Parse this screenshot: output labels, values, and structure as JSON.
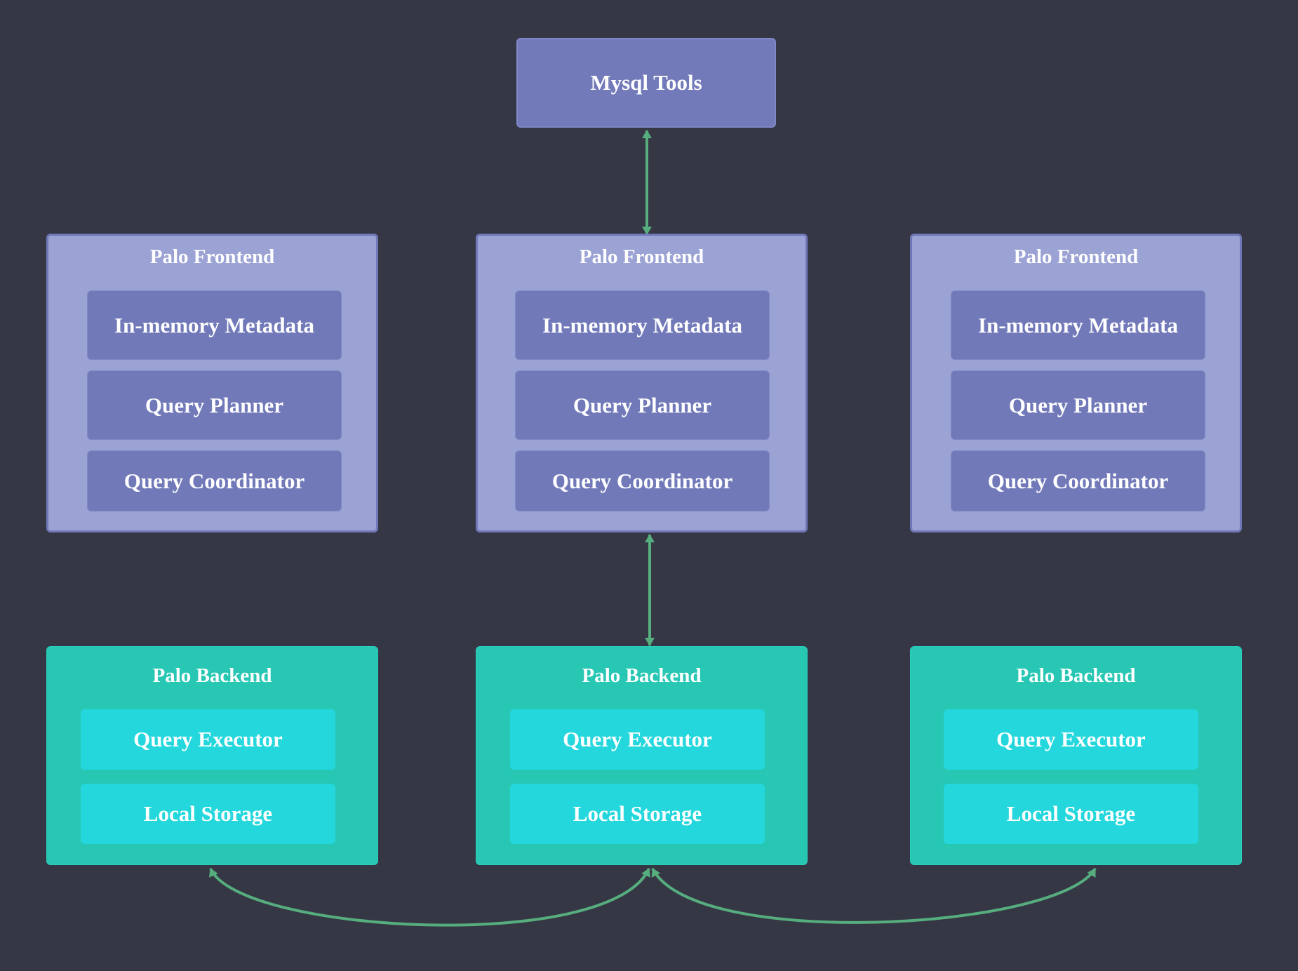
{
  "mysql_tools": {
    "label": "Mysql Tools"
  },
  "frontends": [
    {
      "title": "Palo Frontend",
      "components": [
        "In-memory Metadata",
        "Query Planner",
        "Query Coordinator"
      ]
    },
    {
      "title": "Palo Frontend",
      "components": [
        "In-memory Metadata",
        "Query Planner",
        "Query Coordinator"
      ]
    },
    {
      "title": "Palo Frontend",
      "components": [
        "In-memory Metadata",
        "Query Planner",
        "Query Coordinator"
      ]
    }
  ],
  "backends": [
    {
      "title": "Palo Backend",
      "components": [
        "Query Executor",
        "Local Storage"
      ]
    },
    {
      "title": "Palo Backend",
      "components": [
        "Query Executor",
        "Local Storage"
      ]
    },
    {
      "title": "Palo Backend",
      "components": [
        "Query Executor",
        "Local Storage"
      ]
    }
  ],
  "colors": {
    "background": "#353745",
    "frontend": "#9ba2d4",
    "frontend_component": "#7179b9",
    "backend": "#28c7b4",
    "backend_component": "#23d7dd",
    "connector": "#56ad7e"
  }
}
